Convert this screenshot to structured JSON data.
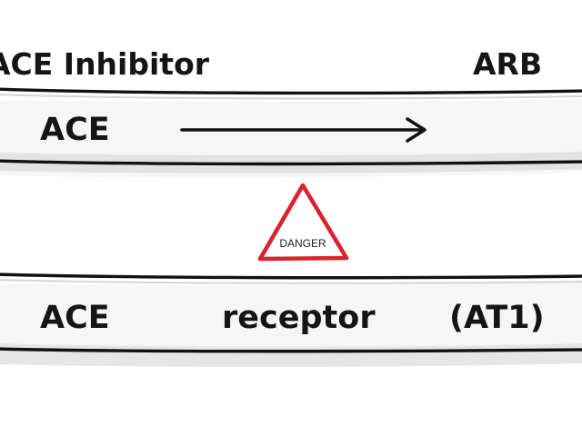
{
  "header": {
    "left_title": "ACE Inhibitor",
    "right_title": "ARB"
  },
  "top_band": {
    "label": "ACE"
  },
  "warning": {
    "text": "DANGER",
    "icon": "warning-triangle-icon",
    "color": "#d9232d"
  },
  "bottom_band": {
    "label_left": "ACE",
    "label_middle": "receptor",
    "label_right": "(AT1)"
  }
}
